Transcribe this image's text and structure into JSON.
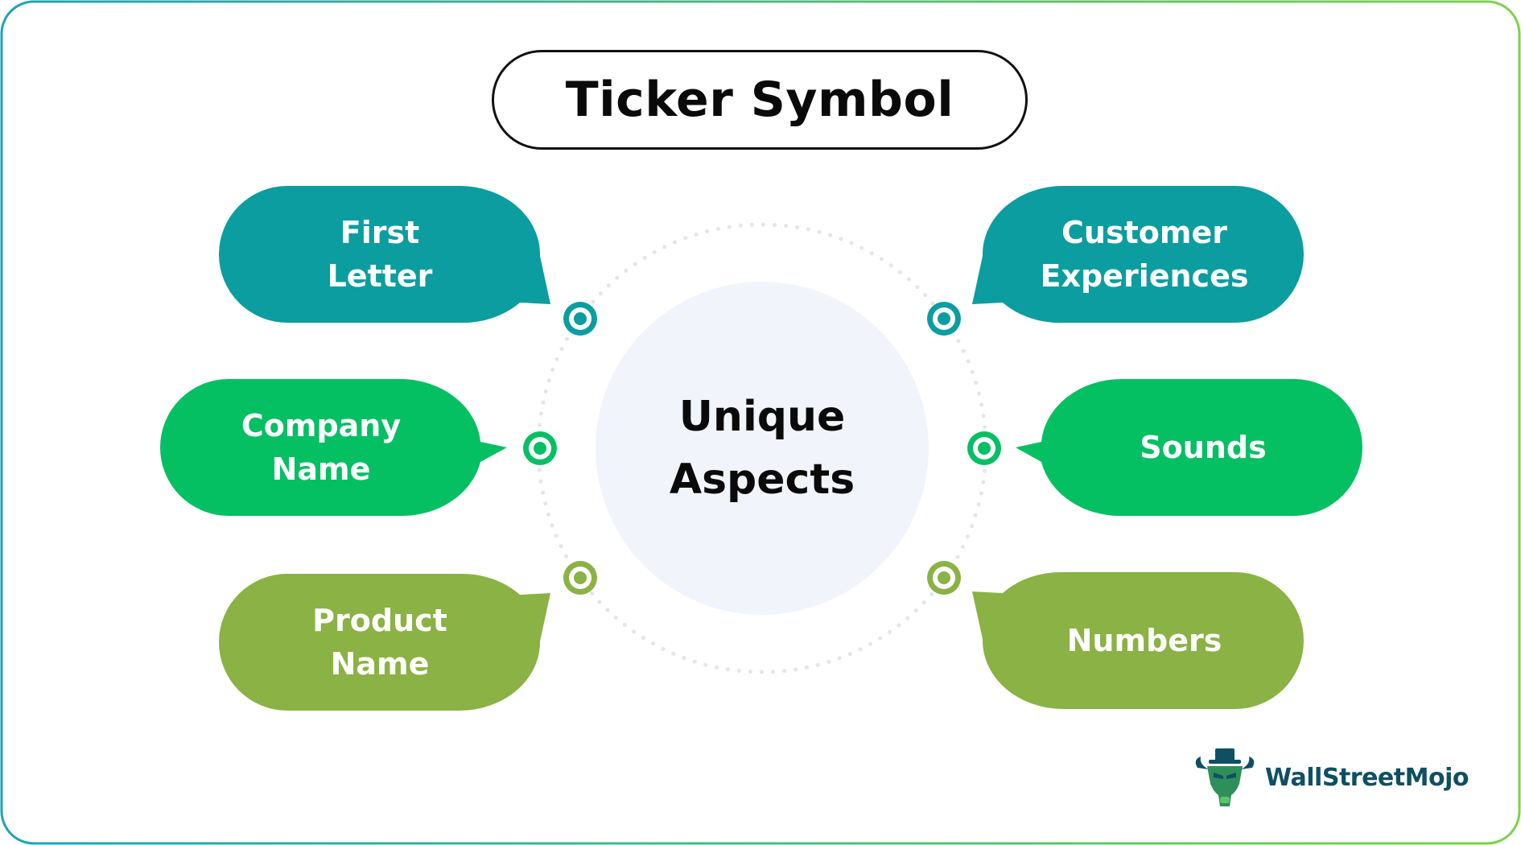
{
  "title": "Ticker Symbol",
  "center": {
    "label": "Unique\nAspects",
    "fill": "#f1f5fb"
  },
  "colors": {
    "teal": "#0b9d9f",
    "green": "#05bf63",
    "olive": "#8ab244",
    "frame_gradient_start": "#1fa2b5",
    "frame_gradient_end": "#7fd04e",
    "dotted_ring": "#e3e6ea"
  },
  "items": [
    {
      "label": "First\nLetter",
      "color": "#0b9d9f",
      "side": "left"
    },
    {
      "label": "Company\nName",
      "color": "#05bf63",
      "side": "left"
    },
    {
      "label": "Product\nName",
      "color": "#8ab244",
      "side": "left"
    },
    {
      "label": "Customer\nExperiences",
      "color": "#0b9d9f",
      "side": "right"
    },
    {
      "label": "Sounds",
      "color": "#05bf63",
      "side": "right"
    },
    {
      "label": "Numbers",
      "color": "#8ab244",
      "side": "right"
    }
  ],
  "logo": {
    "text": "WallStreetMojo",
    "icon": "bull-with-top-hat-icon"
  }
}
